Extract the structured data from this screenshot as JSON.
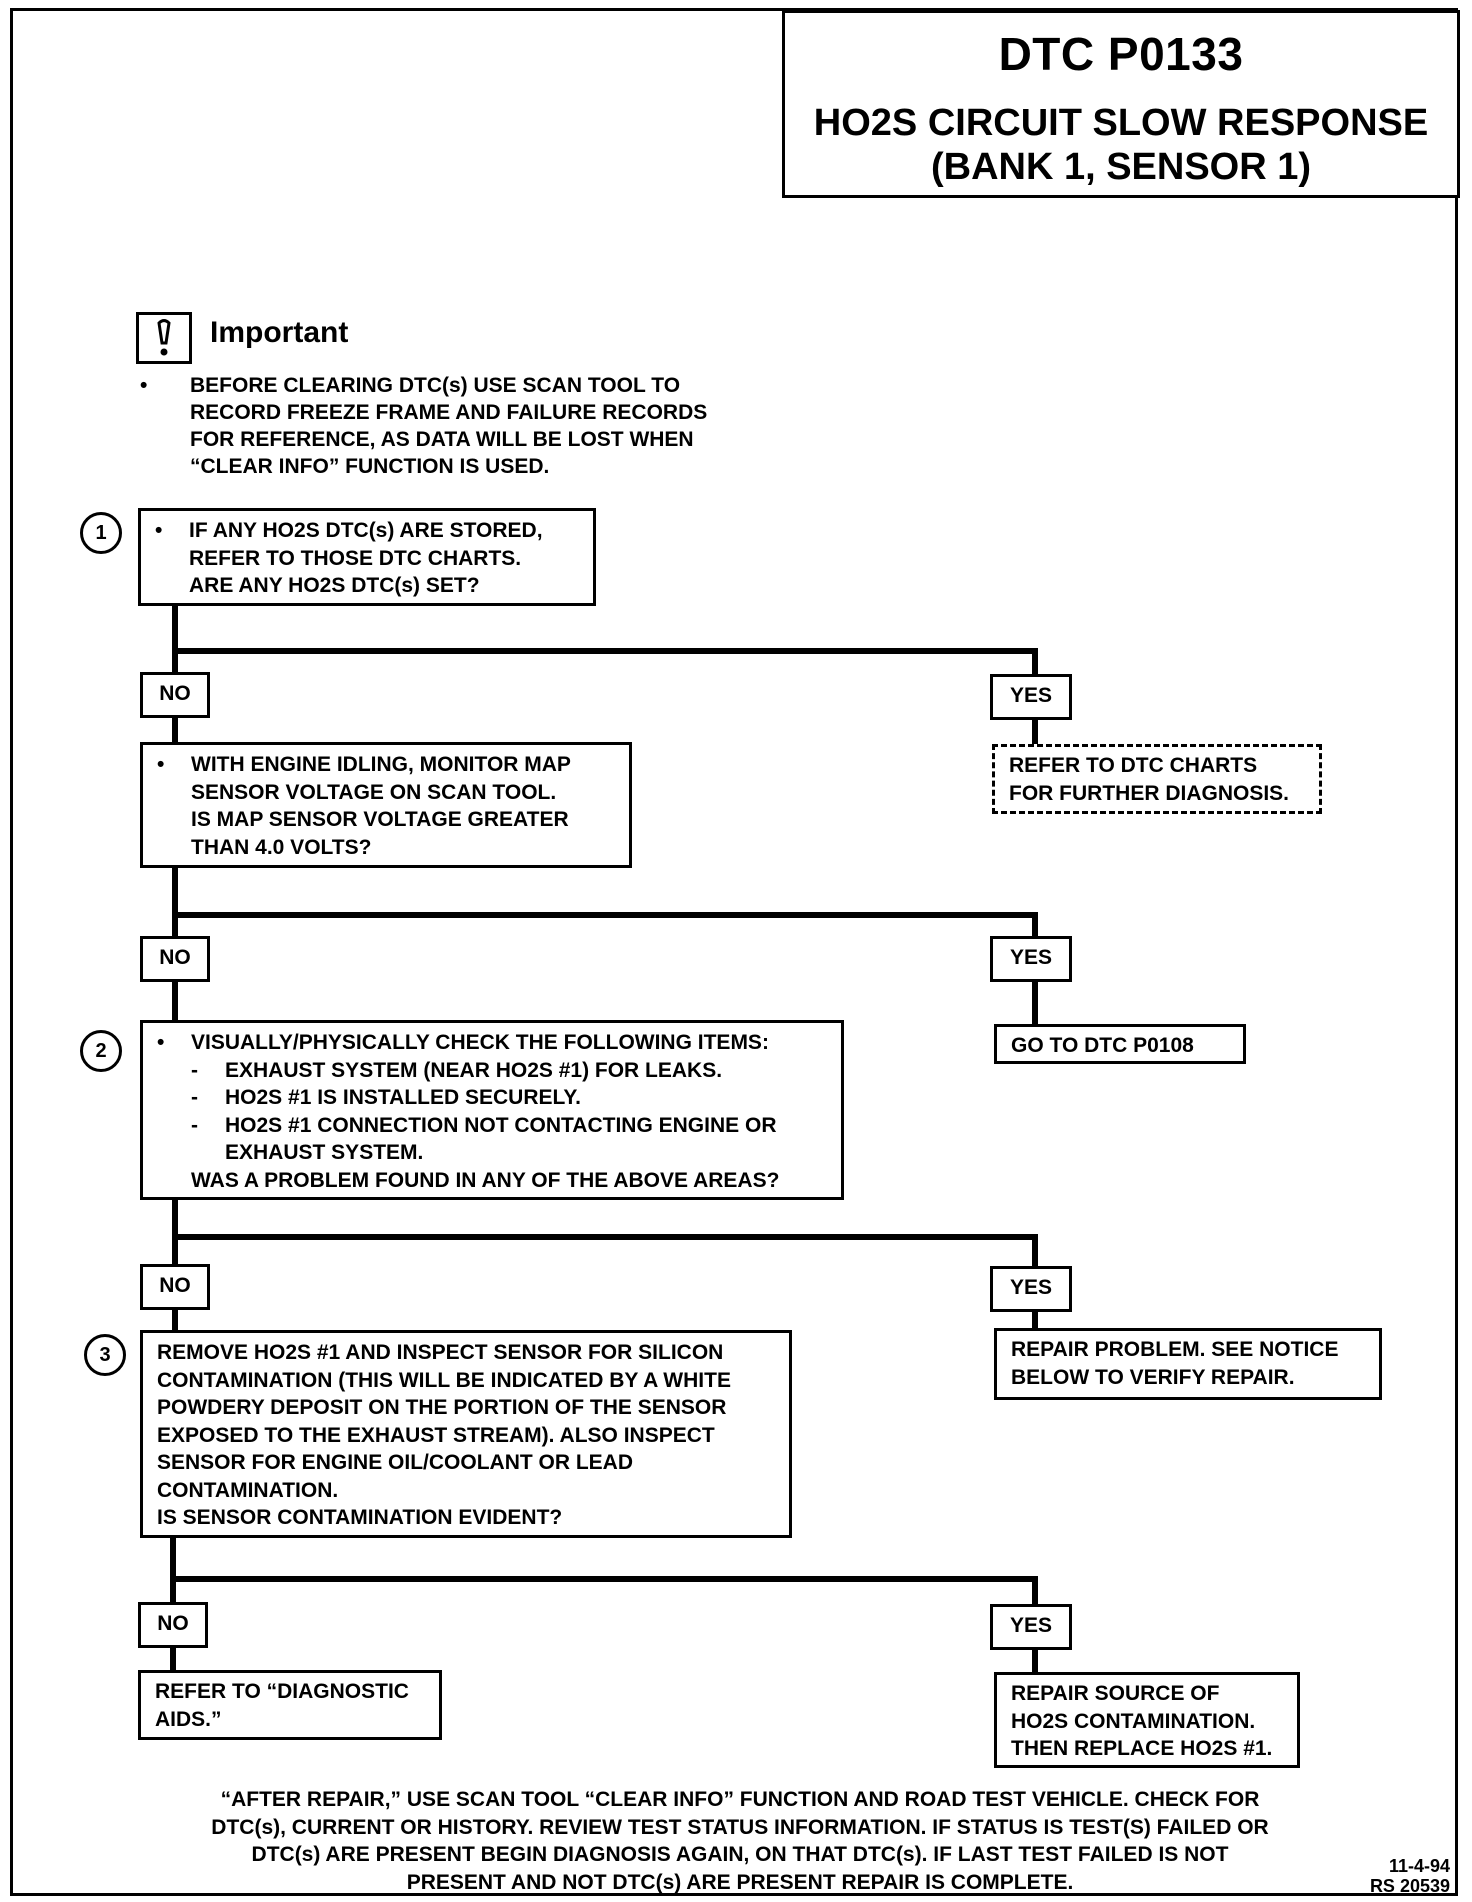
{
  "header": {
    "code": "DTC P0133",
    "title_line1": "HO2S CIRCUIT SLOW RESPONSE",
    "title_line2": "(BANK 1, SENSOR 1)"
  },
  "important": {
    "title": "Important",
    "bullet": "•",
    "lines": [
      "BEFORE CLEARING DTC(s) USE SCAN TOOL TO",
      "RECORD FREEZE FRAME AND FAILURE RECORDS",
      "FOR REFERENCE, AS DATA WILL BE LOST WHEN",
      "“CLEAR INFO” FUNCTION IS USED."
    ]
  },
  "steps": {
    "n1": "1",
    "n2": "2",
    "n3": "3"
  },
  "boxes": {
    "q1": [
      "IF ANY HO2S DTC(s) ARE STORED,",
      "REFER TO THOSE DTC CHARTS.",
      "ARE ANY HO2S DTC(s) SET?"
    ],
    "q2": [
      "WITH ENGINE IDLING, MONITOR MAP",
      "SENSOR VOLTAGE ON SCAN TOOL.",
      "IS MAP SENSOR VOLTAGE GREATER",
      "THAN 4.0 VOLTS?"
    ],
    "q3": {
      "intro": "VISUALLY/PHYSICALLY CHECK THE FOLLOWING ITEMS:",
      "items": [
        "EXHAUST SYSTEM (NEAR HO2S #1) FOR LEAKS.",
        "HO2S #1 IS INSTALLED SECURELY.",
        "HO2S #1 CONNECTION NOT CONTACTING ENGINE OR",
        "EXHAUST SYSTEM."
      ],
      "question": "WAS A PROBLEM FOUND IN ANY OF THE ABOVE AREAS?"
    },
    "q4": [
      "REMOVE HO2S #1 AND INSPECT SENSOR FOR SILICON",
      "CONTAMINATION (THIS WILL BE INDICATED BY A WHITE",
      "POWDERY DEPOSIT ON THE PORTION OF THE SENSOR",
      "EXPOSED TO THE EXHAUST STREAM).  ALSO INSPECT",
      "SENSOR FOR ENGINE OIL/COOLANT OR LEAD",
      "CONTAMINATION.",
      "IS SENSOR CONTAMINATION EVIDENT?"
    ],
    "r1": [
      "REFER TO DTC CHARTS",
      "FOR FURTHER DIAGNOSIS."
    ],
    "r2": [
      "GO TO DTC P0108"
    ],
    "r3": [
      "REPAIR PROBLEM.  SEE NOTICE",
      "BELOW TO VERIFY REPAIR."
    ],
    "r4_no": [
      "REFER TO “DIAGNOSTIC",
      "AIDS.”"
    ],
    "r4_yes": [
      "REPAIR SOURCE OF",
      "HO2S CONTAMINATION.",
      "THEN REPLACE HO2S #1."
    ]
  },
  "labels": {
    "no": "NO",
    "yes": "YES"
  },
  "footer": [
    "“AFTER REPAIR,” USE SCAN TOOL “CLEAR INFO” FUNCTION AND ROAD TEST VEHICLE. CHECK FOR",
    "DTC(s), CURRENT OR HISTORY. REVIEW TEST STATUS INFORMATION. IF STATUS IS TEST(S) FAILED OR",
    "DTC(s) ARE PRESENT BEGIN DIAGNOSIS AGAIN, ON THAT DTC(s). IF LAST TEST FAILED IS NOT",
    "PRESENT AND NOT DTC(s) ARE PRESENT REPAIR IS COMPLETE."
  ],
  "stamp": {
    "date": "11-4-94",
    "ref": "RS 20539"
  }
}
